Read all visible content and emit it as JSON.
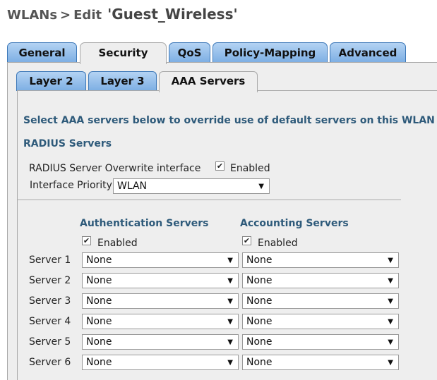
{
  "header": {
    "breadcrumb": "WLANs",
    "separator": ">",
    "action": "Edit",
    "wlan_name": "'Guest_Wireless'"
  },
  "tabs": [
    {
      "label": "General",
      "active": false
    },
    {
      "label": "Security",
      "active": true
    },
    {
      "label": "QoS",
      "active": false
    },
    {
      "label": "Policy-Mapping",
      "active": false
    },
    {
      "label": "Advanced",
      "active": false
    }
  ],
  "subtabs": [
    {
      "label": "Layer 2",
      "active": false
    },
    {
      "label": "Layer 3",
      "active": false
    },
    {
      "label": "AAA Servers",
      "active": true
    }
  ],
  "content": {
    "intro": "Select AAA servers below to override use of default servers on this WLAN",
    "radius_heading": "RADIUS Servers",
    "overwrite_label": "RADIUS Server Overwrite interface",
    "overwrite_checked": true,
    "overwrite_checkbox_label": "Enabled",
    "priority_label": "Interface Priority",
    "priority_value": "WLAN",
    "auth_heading": "Authentication Servers",
    "acct_heading": "Accounting Servers",
    "auth_enabled_label": "Enabled",
    "acct_enabled_label": "Enabled",
    "auth_enabled": true,
    "acct_enabled": true,
    "servers": [
      {
        "label": "Server 1",
        "auth": "None",
        "acct": "None"
      },
      {
        "label": "Server 2",
        "auth": "None",
        "acct": "None"
      },
      {
        "label": "Server 3",
        "auth": "None",
        "acct": "None"
      },
      {
        "label": "Server 4",
        "auth": "None",
        "acct": "None"
      },
      {
        "label": "Server 5",
        "auth": "None",
        "acct": "None"
      },
      {
        "label": "Server 6",
        "auth": "None",
        "acct": "None"
      }
    ]
  },
  "icons": {
    "checkmark": "check-icon",
    "dropdown": "chevron-down-icon"
  },
  "colors": {
    "tab_fill": "#7caee3",
    "tab_border": "#3d78b8",
    "heading_text": "#2e5a7a",
    "panel_bg": "#eeeeee"
  }
}
